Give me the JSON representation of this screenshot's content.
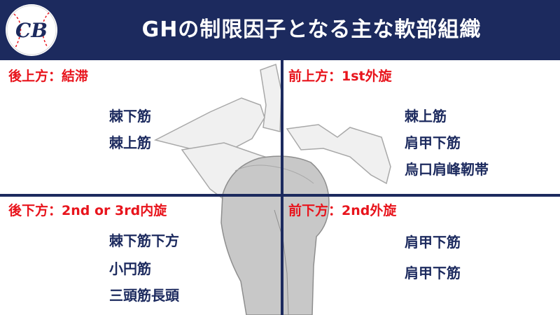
{
  "header": {
    "title": "GHの制限因子となる主な軟部組織",
    "logo_text": "CB"
  },
  "colors": {
    "navy": "#1c2a5e",
    "red": "#e8141c",
    "bone_light": "#f0f0f0",
    "humeral_head": "#c8c8c8"
  },
  "quadrants": {
    "posterior_superior": {
      "title": "後上方：結滞",
      "items": [
        "棘下筋",
        "棘上筋"
      ]
    },
    "anterior_superior": {
      "title": "前上方：1st外旋",
      "items": [
        "棘上筋",
        "肩甲下筋",
        "烏口肩峰靭帯"
      ]
    },
    "posterior_inferior": {
      "title": "後下方：2nd or 3rd内旋",
      "items": [
        "棘下筋下方",
        "小円筋",
        "三頭筋長頭"
      ]
    },
    "anterior_inferior": {
      "title": "前下方：2nd外旋",
      "items": [
        "肩甲下筋",
        "肩甲下筋"
      ]
    }
  }
}
